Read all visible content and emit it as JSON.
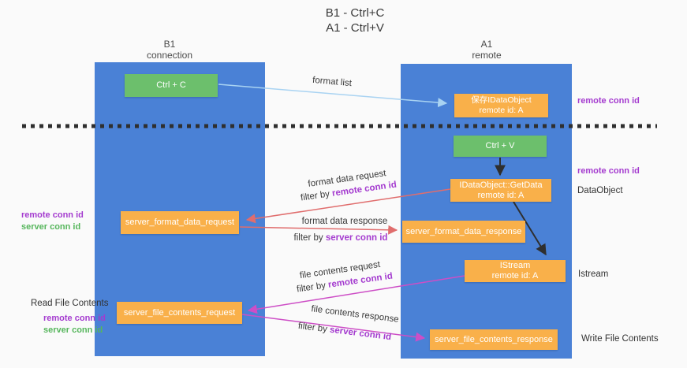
{
  "title": {
    "line1": "B1 - Ctrl+C",
    "line2": "A1 - Ctrl+V"
  },
  "lanes": {
    "left": {
      "header_line1": "B1",
      "header_line2": "connection"
    },
    "right": {
      "header_line1": "A1",
      "header_line2": "remote"
    }
  },
  "boxes": {
    "ctrl_c": {
      "label": "Ctrl + C"
    },
    "save_idataobject": {
      "line1": "保存IDataObject",
      "line2": "remote id: A"
    },
    "ctrl_v": {
      "label": "Ctrl + V"
    },
    "idataobject_getdata": {
      "line1": "IDataObject::GetData",
      "line2": "remote id: A"
    },
    "server_format_data_request": {
      "label": "server_format_data_request"
    },
    "server_format_data_response": {
      "label": "server_format_data_response"
    },
    "istream": {
      "line1": "IStream",
      "line2": "remote id: A"
    },
    "server_file_contents_request": {
      "label": "server_file_contents_request"
    },
    "server_file_contents_response": {
      "label": "server_file_contents_response"
    }
  },
  "arrow_labels": {
    "format_list": "format list",
    "format_data_request": "format data request",
    "format_data_response": "format data response",
    "file_contents_request": "file contents request",
    "file_contents_response": "file contents response",
    "filter_by": "filter by ",
    "remote_conn_id": "remote conn id",
    "server_conn_id": "server conn id"
  },
  "side_labels": {
    "right_remote_conn_id_top": "remote conn id",
    "right_remote_conn_id_mid": "remote conn id",
    "right_dataobject": "DataObject",
    "right_istream": "Istream",
    "right_write_file_contents": "Write File Contents",
    "left_remote_conn_id_mid": "remote conn id",
    "left_server_conn_id_mid": "server conn id",
    "left_read_file_contents": "Read File Contents",
    "left_remote_conn_id_bottom": "remote conn id",
    "left_server_conn_id_bottom": "server conn id"
  },
  "colors": {
    "lane_blue": "#4a81d6",
    "box_green": "#6cbf6c",
    "box_orange": "#f9b04a",
    "arrow_light_blue": "#a9d3f2",
    "arrow_red": "#e06d6d",
    "arrow_magenta": "#cd4ec6",
    "arrow_black": "#2f2f2f",
    "text_purple": "#a43bcf",
    "text_green": "#56b65c"
  }
}
